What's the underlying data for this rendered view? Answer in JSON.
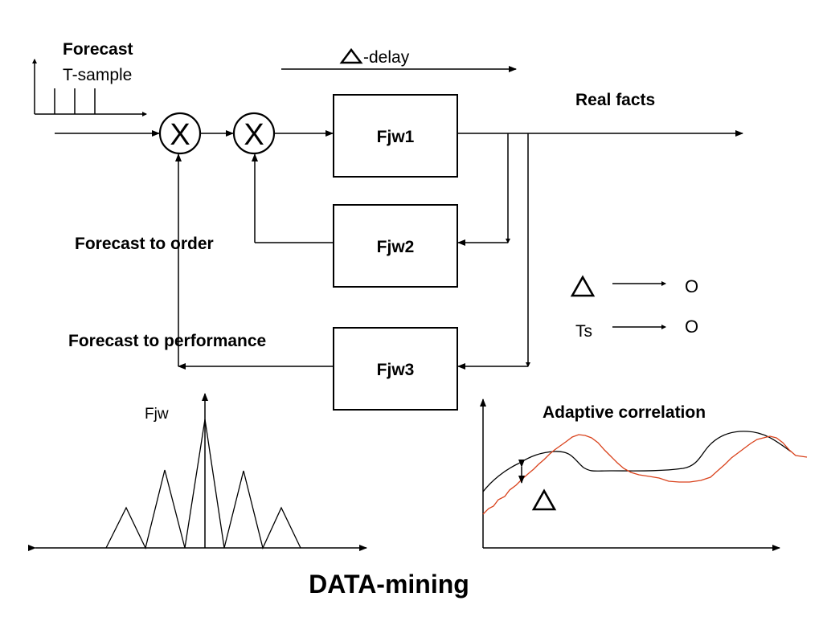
{
  "header": {
    "forecast": "Forecast",
    "t_sample": "T-sample",
    "delay_label": "-delay"
  },
  "blocks": {
    "mult1": "X",
    "mult2": "X",
    "fjw1": "Fjw1",
    "fjw2": "Fjw2",
    "fjw3": "Fjw3"
  },
  "labels": {
    "real_facts": "Real facts",
    "forecast_to_order": "Forecast to order",
    "forecast_to_performance": "Forecast to performance"
  },
  "legend": {
    "delta_arrow_target": "O",
    "ts_label": "Ts",
    "ts_arrow_target": "O"
  },
  "spectrum": {
    "label": "Fjw"
  },
  "adaptive": {
    "title": "Adaptive correlation",
    "line_colors": {
      "reference": "#000000",
      "adapted": "#d9421c"
    }
  },
  "footer": {
    "title": "DATA-mining"
  }
}
